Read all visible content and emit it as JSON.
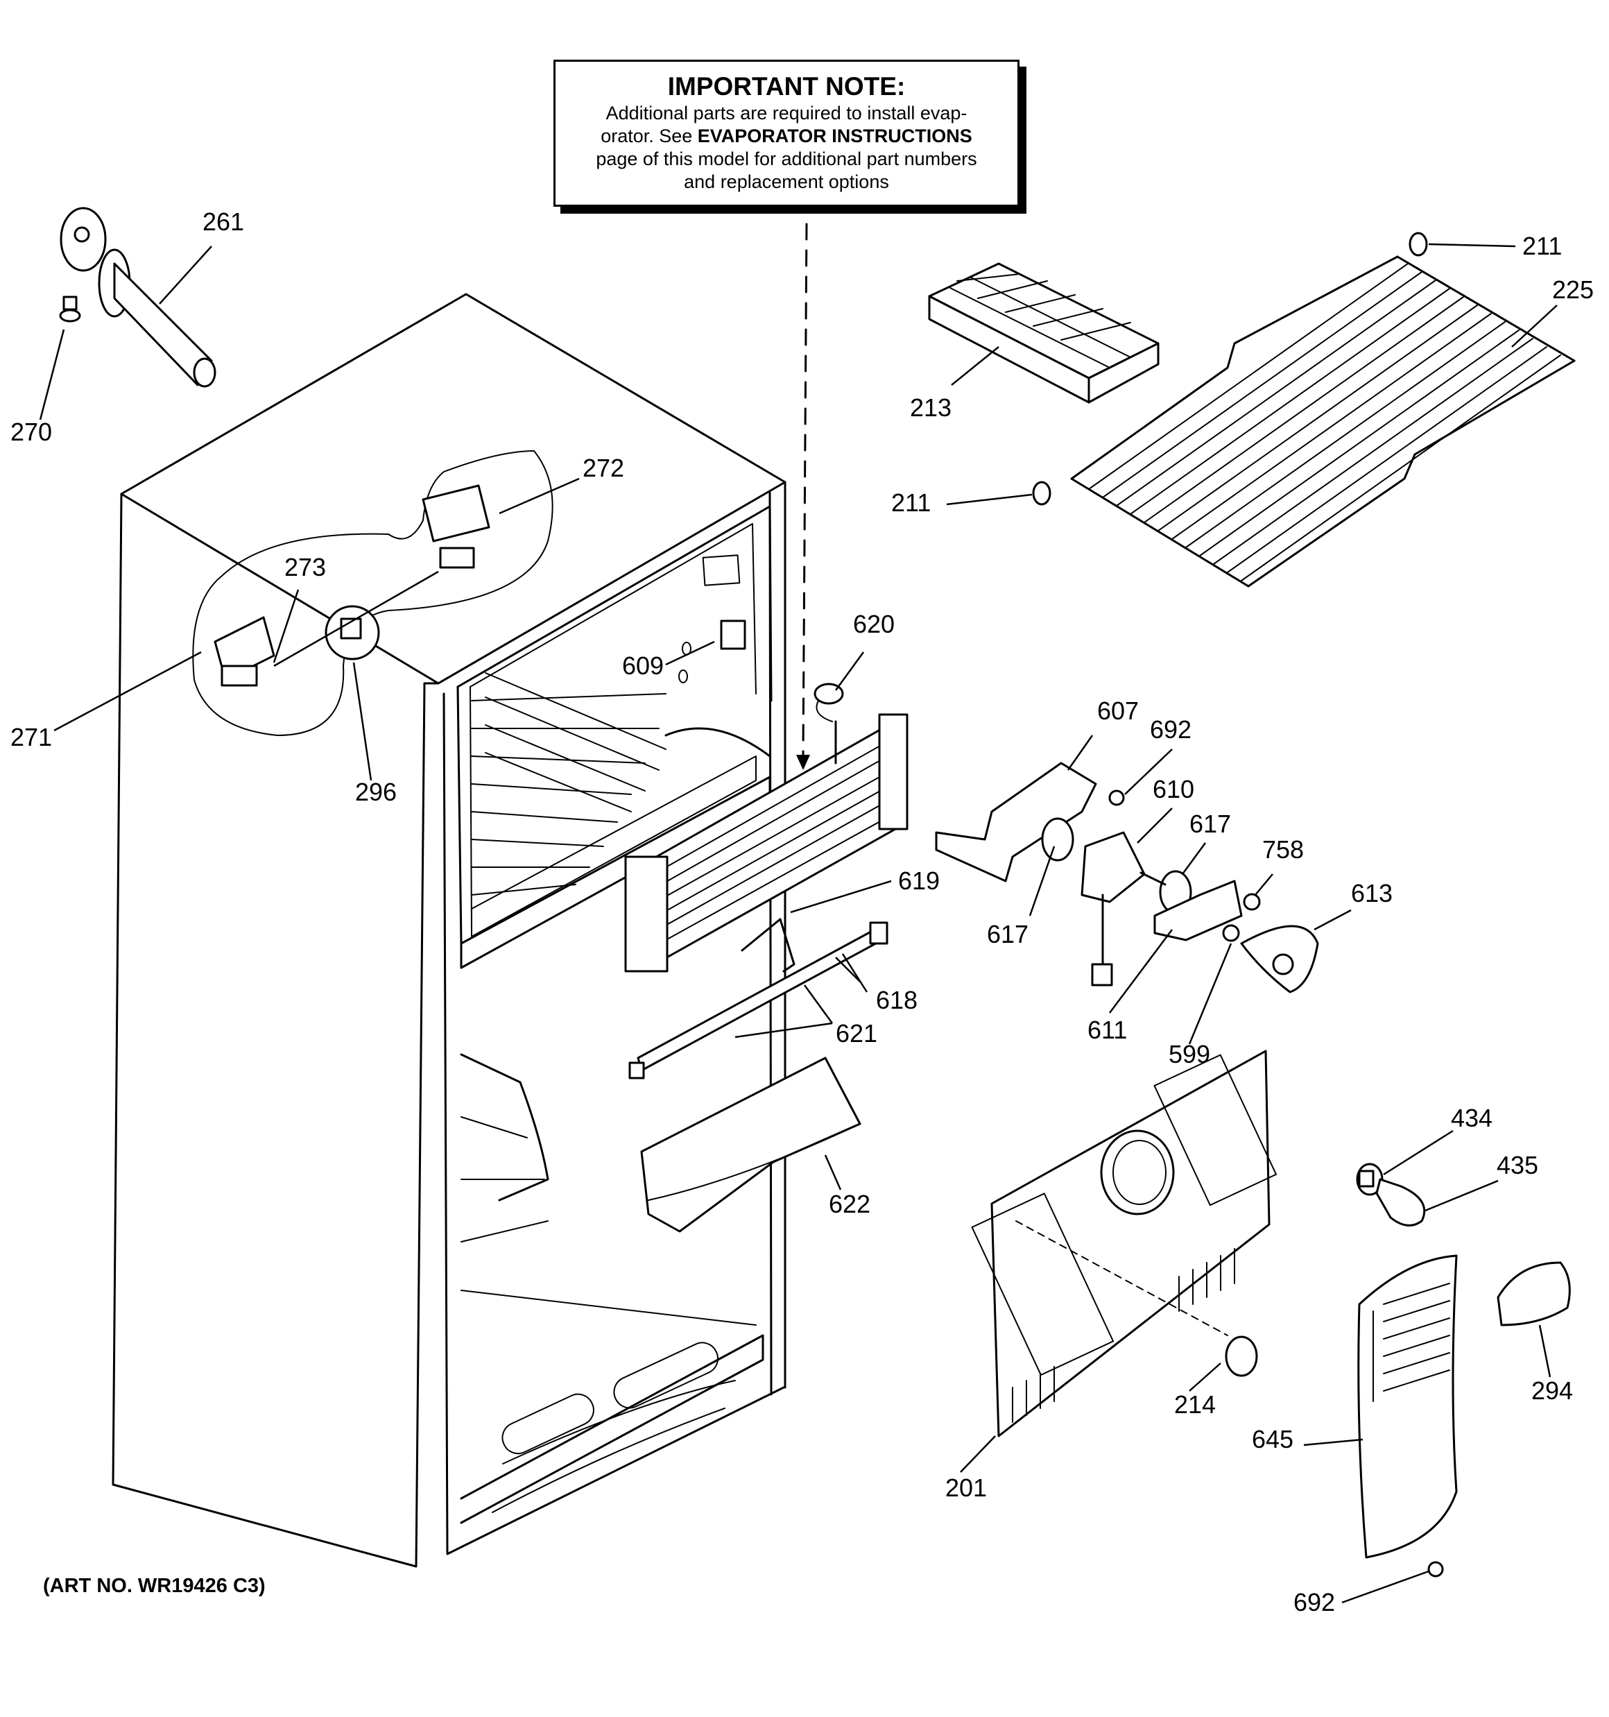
{
  "note": {
    "title": "IMPORTANT NOTE:",
    "line1": "Additional parts are required to install evap-",
    "line2_pre": "orator.  See ",
    "line2_bold": "EVAPORATOR INSTRUCTIONS",
    "line3": "page of this model for additional part numbers",
    "line4": "and replacement options"
  },
  "art_number": "(ART NO. WR19426 C3)",
  "callouts": [
    {
      "id": "c261",
      "label": "261"
    },
    {
      "id": "c270",
      "label": "270"
    },
    {
      "id": "c272",
      "label": "272"
    },
    {
      "id": "c273",
      "label": "273"
    },
    {
      "id": "c271",
      "label": "271"
    },
    {
      "id": "c296",
      "label": "296"
    },
    {
      "id": "c609",
      "label": "609"
    },
    {
      "id": "c620",
      "label": "620"
    },
    {
      "id": "c211a",
      "label": "211"
    },
    {
      "id": "c225",
      "label": "225"
    },
    {
      "id": "c213",
      "label": "213"
    },
    {
      "id": "c211b",
      "label": "211"
    },
    {
      "id": "c607",
      "label": "607"
    },
    {
      "id": "c692a",
      "label": "692"
    },
    {
      "id": "c610",
      "label": "610"
    },
    {
      "id": "c617a",
      "label": "617"
    },
    {
      "id": "c758",
      "label": "758"
    },
    {
      "id": "c613",
      "label": "613"
    },
    {
      "id": "c617b",
      "label": "617"
    },
    {
      "id": "c619",
      "label": "619"
    },
    {
      "id": "c618",
      "label": "618"
    },
    {
      "id": "c621",
      "label": "621"
    },
    {
      "id": "c611",
      "label": "611"
    },
    {
      "id": "c599",
      "label": "599"
    },
    {
      "id": "c622",
      "label": "622"
    },
    {
      "id": "c434",
      "label": "434"
    },
    {
      "id": "c435",
      "label": "435"
    },
    {
      "id": "c214",
      "label": "214"
    },
    {
      "id": "c294",
      "label": "294"
    },
    {
      "id": "c645",
      "label": "645"
    },
    {
      "id": "c201",
      "label": "201"
    },
    {
      "id": "c692b",
      "label": "692"
    }
  ]
}
